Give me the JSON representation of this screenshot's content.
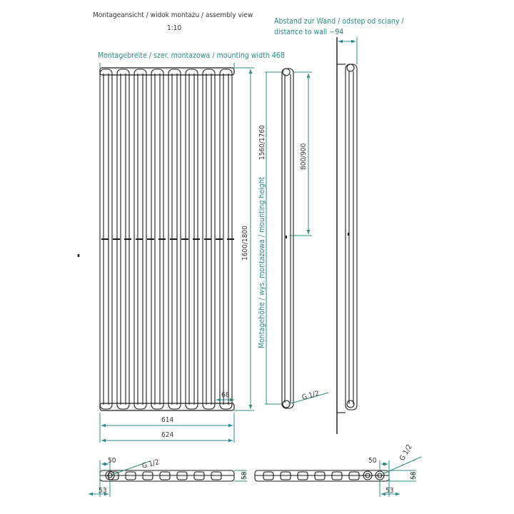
{
  "header": {
    "title": "Montageansicht / widok montażu / assembly view",
    "scale": "1:10"
  },
  "labels": {
    "wall_distance_line1": "Abstand zur Wand / odstep od sciany /",
    "wall_distance_line2": "distance to wall ~94",
    "mounting_width": "Montagebreite / szer. montazowa / mounting width 468",
    "mounting_height": "Montagehöhe / wys. montazowa / mounting height",
    "height_range": "1600/1800",
    "height_range2": "1560/1760",
    "spacing": "800/900",
    "thread_side": "G 1/2",
    "thread_bottom_left": "G 1/2",
    "thread_bottom_right": "G 1/2",
    "dim_68": "68",
    "dim_614": "614",
    "dim_624": "624",
    "dim_50_left": "50",
    "dim_58_left": "58",
    "dim_53_left": "53",
    "dim_50_right": "50",
    "dim_58_right": "58",
    "dim_53_right": "53"
  }
}
